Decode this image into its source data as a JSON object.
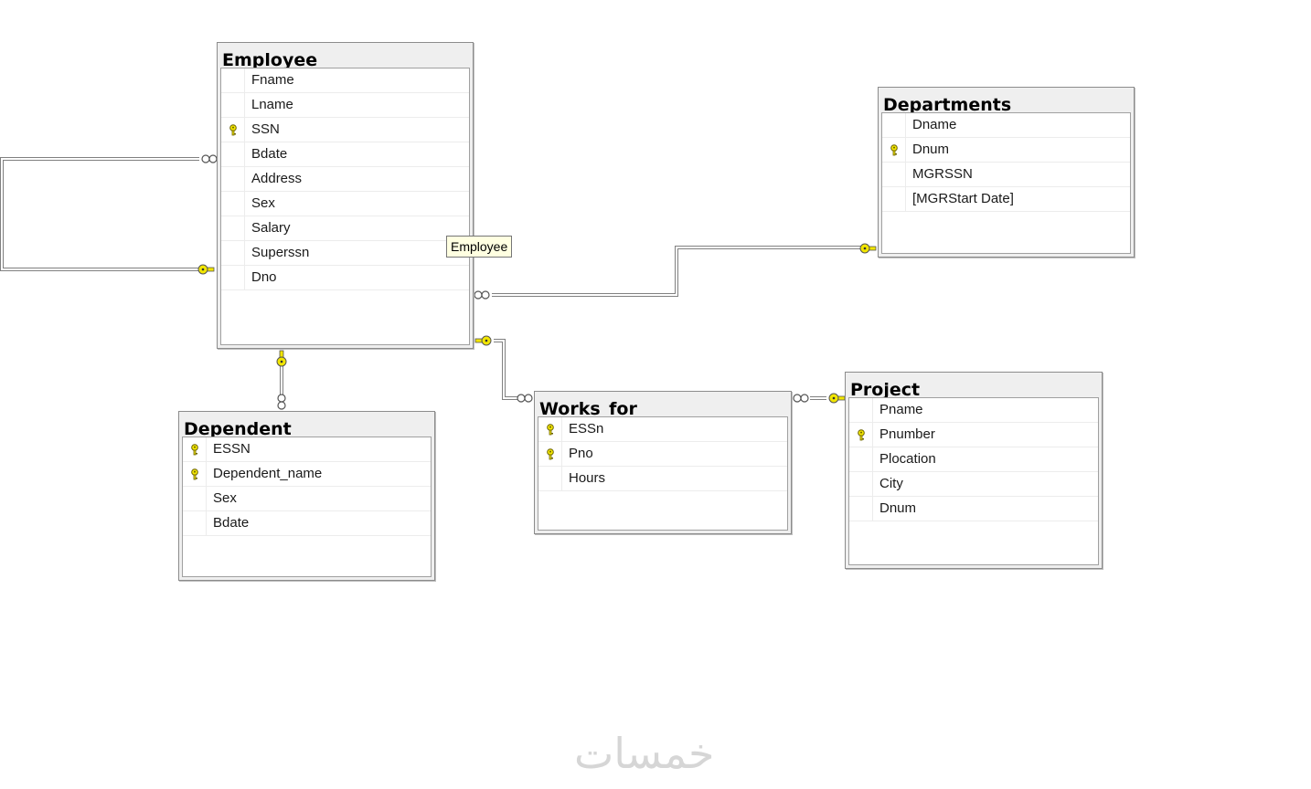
{
  "tables": {
    "employee": {
      "title": "Employee",
      "columns": [
        {
          "name": "Fname",
          "pk": false
        },
        {
          "name": "Lname",
          "pk": false
        },
        {
          "name": "SSN",
          "pk": true
        },
        {
          "name": "Bdate",
          "pk": false
        },
        {
          "name": "Address",
          "pk": false
        },
        {
          "name": "Sex",
          "pk": false
        },
        {
          "name": "Salary",
          "pk": false
        },
        {
          "name": "Superssn",
          "pk": false
        },
        {
          "name": "Dno",
          "pk": false
        }
      ]
    },
    "departments": {
      "title": "Departments",
      "columns": [
        {
          "name": "Dname",
          "pk": false
        },
        {
          "name": "Dnum",
          "pk": true
        },
        {
          "name": "MGRSSN",
          "pk": false
        },
        {
          "name": "[MGRStart Date]",
          "pk": false
        }
      ]
    },
    "dependent": {
      "title": "Dependent",
      "columns": [
        {
          "name": "ESSN",
          "pk": true
        },
        {
          "name": "Dependent_name",
          "pk": true
        },
        {
          "name": "Sex",
          "pk": false
        },
        {
          "name": "Bdate",
          "pk": false
        }
      ]
    },
    "works_for": {
      "title": "Works_for",
      "columns": [
        {
          "name": "ESSn",
          "pk": true
        },
        {
          "name": "Pno",
          "pk": true
        },
        {
          "name": "Hours",
          "pk": false
        }
      ]
    },
    "project": {
      "title": "Project",
      "columns": [
        {
          "name": "Pname",
          "pk": false
        },
        {
          "name": "Pnumber",
          "pk": true
        },
        {
          "name": "Plocation",
          "pk": false
        },
        {
          "name": "City",
          "pk": false
        },
        {
          "name": "Dnum",
          "pk": false
        }
      ]
    }
  },
  "tooltip": "Employee",
  "watermark": "خمسات",
  "colors": {
    "key": "#f2e600",
    "connector": "#808080"
  }
}
